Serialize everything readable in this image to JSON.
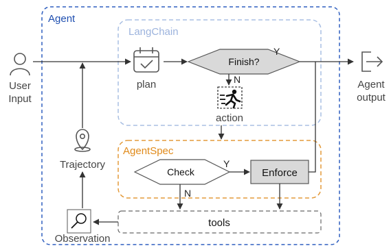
{
  "groups": {
    "agent": "Agent",
    "langchain": "LangChain",
    "agentspec": "AgentSpec"
  },
  "nodes": {
    "user_input_line1": "User",
    "user_input_line2": "Input",
    "plan": "plan",
    "finish": "Finish?",
    "action": "action",
    "check": "Check",
    "enforce": "Enforce",
    "tools": "tools",
    "trajectory": "Trajectory",
    "observation": "Observation",
    "agent_output_line1": "Agent",
    "agent_output_line2": "output"
  },
  "edge_labels": {
    "finish_yes": "Y",
    "finish_no": "N",
    "check_yes": "Y",
    "check_no": "N"
  },
  "icons": {
    "user": "user-icon",
    "plan": "calendar-check-icon",
    "action": "running-person-icon",
    "trajectory": "map-pin-icon",
    "observation": "magnifier-icon",
    "output": "exit-arrow-icon"
  },
  "colors": {
    "agent_border": "#2f5fbf",
    "agent_title": "#1f4fb0",
    "langchain_border": "#a9bfe3",
    "langchain_title": "#9cb3dd",
    "agentspec_border": "#e39a3a",
    "agentspec_title": "#e08a1a",
    "node_fill": "#d9d9d9",
    "line": "#333333"
  }
}
